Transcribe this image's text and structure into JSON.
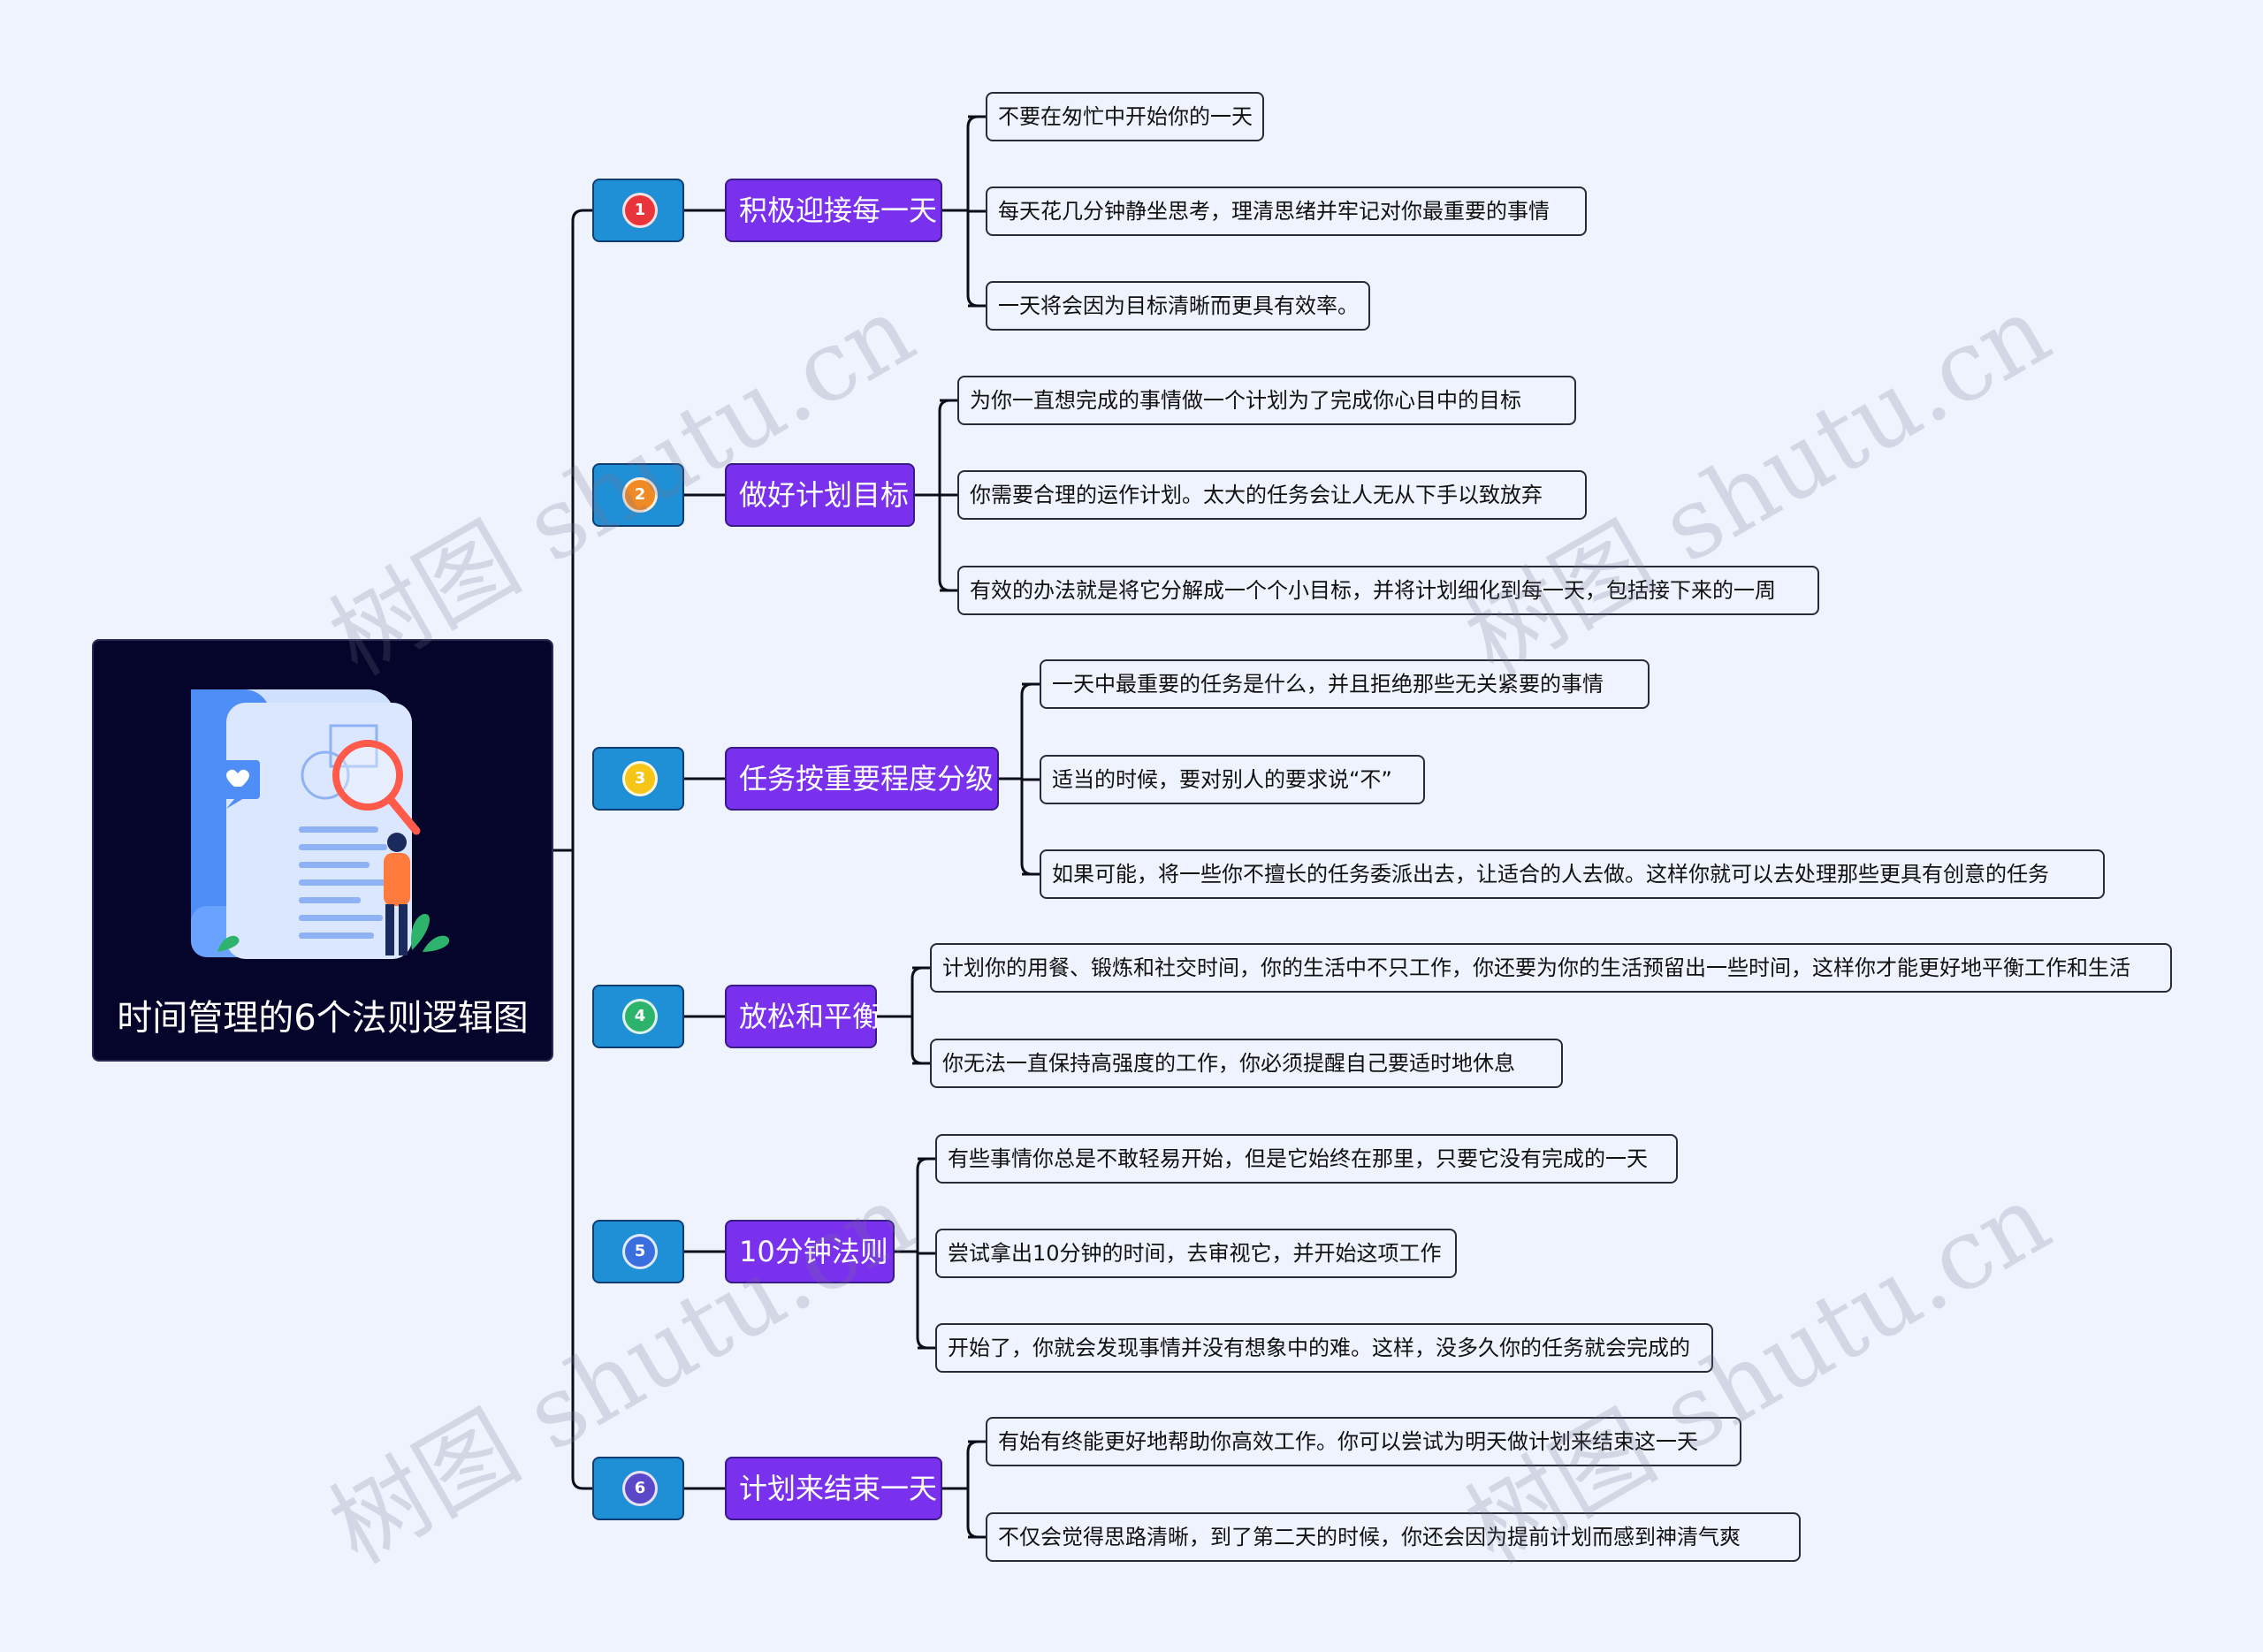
{
  "title": "时间管理的6个法则逻辑图",
  "watermark": "树图 shutu.cn",
  "branches": [
    {
      "num": "1",
      "color": "#e8343a",
      "label": "积极迎接每一天",
      "leaves": [
        "不要在匆忙中开始你的一天",
        "每天花几分钟静坐思考，理清思绪并牢记对你最重要的事情",
        "一天将会因为目标清晰而更具有效率。"
      ]
    },
    {
      "num": "2",
      "color": "#f08a24",
      "label": "做好计划目标",
      "leaves": [
        "为你一直想完成的事情做一个计划为了完成你心目中的目标",
        "你需要合理的运作计划。太大的任务会让人无从下手以致放弃",
        "有效的办法就是将它分解成一个个小目标，并将计划细化到每一天，包括接下来的一周"
      ]
    },
    {
      "num": "3",
      "color": "#f5c518",
      "label": "任务按重要程度分级",
      "leaves": [
        "一天中最重要的任务是什么，并且拒绝那些无关紧要的事情",
        "适当的时候，要对别人的要求说“不”",
        "如果可能，将一些你不擅长的任务委派出去，让适合的人去做。这样你就可以去处理那些更具有创意的任务"
      ]
    },
    {
      "num": "4",
      "color": "#2db36b",
      "label": "放松和平衡",
      "leaves": [
        "计划你的用餐、锻炼和社交时间，你的生活中不只工作，你还要为你的生活预留出一些时间，这样你才能更好地平衡工作和生活",
        "你无法一直保持高强度的工作，你必须提醒自己要适时地休息"
      ]
    },
    {
      "num": "5",
      "color": "#3b6fe0",
      "label": "10分钟法则",
      "leaves": [
        "有些事情你总是不敢轻易开始，但是它始终在那里，只要它没有完成的一天",
        "尝试拿出10分钟的时间，去审视它，并开始这项工作",
        "开始了，你就会发现事情并没有想象中的难。这样，没多久你的任务就会完成的"
      ]
    },
    {
      "num": "6",
      "color": "#5b48c8",
      "label": "计划来结束一天",
      "leaves": [
        "有始有终能更好地帮助你高效工作。你可以尝试为明天做计划来结束这一天",
        "不仅会觉得思路清晰，到了第二天的时候，你还会因为提前计划而感到神清气爽"
      ]
    }
  ]
}
